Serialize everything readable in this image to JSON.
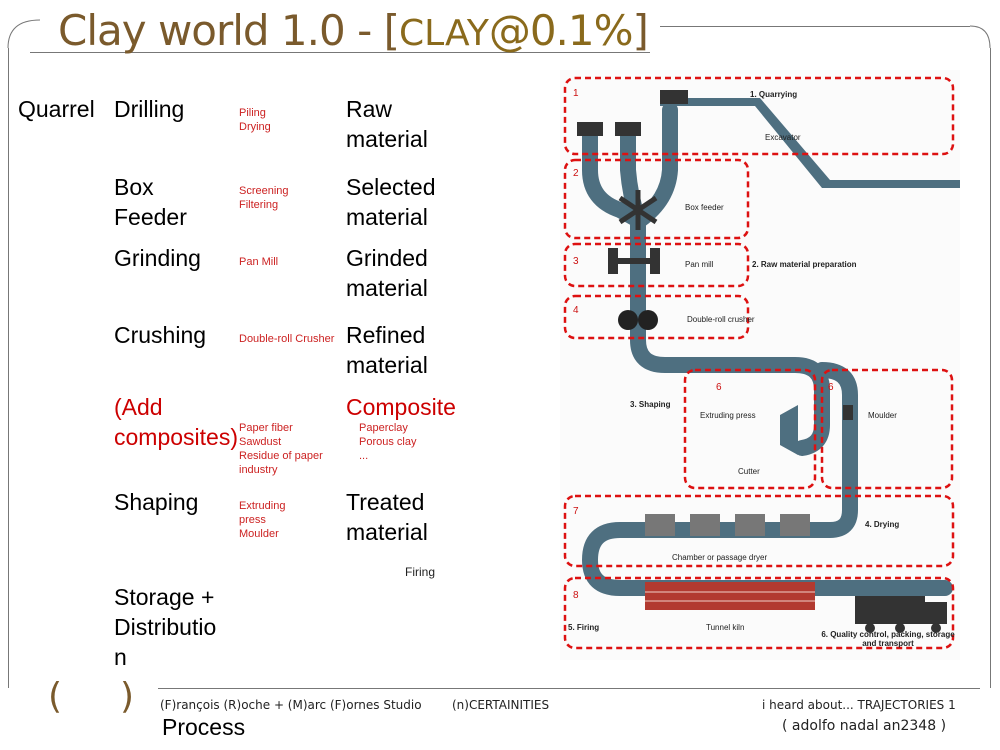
{
  "header": {
    "title_main": "Clay world 1.0 - ",
    "bracket_open": "[",
    "tag_clay": "CLAY",
    "tag_pct": "@0.1%",
    "bracket_close": "]"
  },
  "process": {
    "quarrel": "Quarrel",
    "rows": [
      {
        "step": "Drilling",
        "notes": [
          "Piling",
          "Drying"
        ],
        "result": "Raw material"
      },
      {
        "step": "Box Feeder",
        "notes": [
          "Screening",
          "Filtering"
        ],
        "result": "Selected material"
      },
      {
        "step": "Grinding",
        "notes": [
          "Pan Mill"
        ],
        "result": "Grinded material"
      },
      {
        "step": "Crushing",
        "notes": [
          "Double-roll Crusher"
        ],
        "result": "Refined material"
      },
      {
        "step": "(Add composites)",
        "notes": [
          "Paper fiber",
          "Sawdust",
          "Residue of paper",
          "industry"
        ],
        "result": "Composite",
        "result_notes": [
          "Paperclay",
          "Porous clay",
          "..."
        ]
      },
      {
        "step": "Shaping",
        "notes": [
          "Extruding",
          "press",
          "Moulder"
        ],
        "result": "Treated material"
      }
    ],
    "firing": "Firing",
    "storage": "Storage + Distributio n"
  },
  "diagram": {
    "boxes": [
      {
        "num": "1",
        "label": "1. Quarrying",
        "sub": "Excavator"
      },
      {
        "num": "2",
        "label": "Box feeder"
      },
      {
        "num": "3",
        "label": "Pan mill",
        "side": "2. Raw material preparation"
      },
      {
        "num": "4",
        "label": "Double-roll crusher"
      },
      {
        "num": "6",
        "label": "Extruding press",
        "sub": "Cutter",
        "side": "3. Shaping"
      },
      {
        "num": "6",
        "label": "Moulder"
      },
      {
        "num": "7",
        "label": "Chamber or passage dryer",
        "side": "4. Drying"
      },
      {
        "num": "8",
        "label": "Tunnel kiln",
        "side": "5. Firing",
        "final": "6. Quality control, packing, storage and transport"
      }
    ]
  },
  "footer": {
    "paren_open": "(",
    "paren_close": ")",
    "credits": "(F)rançois (R)oche + (M)arc (F)ornes  Studio",
    "uncertainties": "(n)CERTAINITIES",
    "right_top": "i heard about...  TRAJECTORIES  1",
    "right_bottom": "( adolfo nadal an2348 )",
    "process": "Process"
  },
  "colors": {
    "title": "#7a5a2c",
    "accent_red": "#cc0000",
    "pipe": "#4e6f80",
    "dashed_box": "#dd1111"
  }
}
